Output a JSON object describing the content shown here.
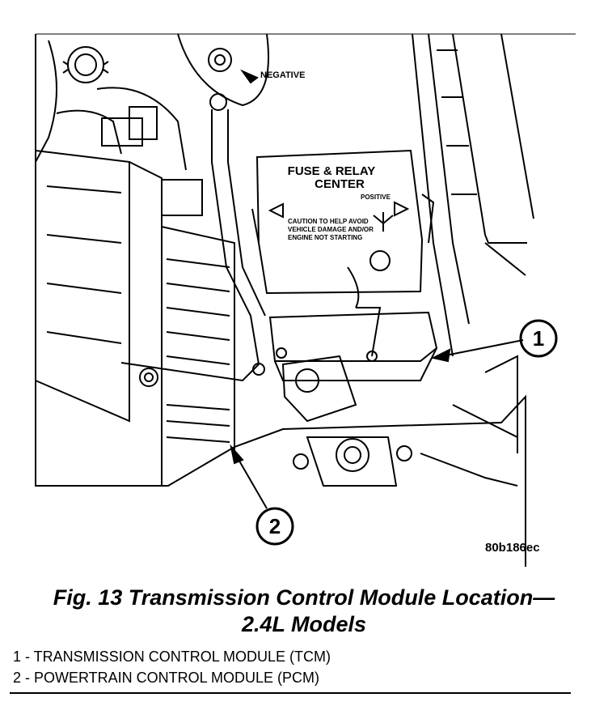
{
  "diagram": {
    "negative_label": "NEGATIVE",
    "fuse_box": {
      "title_line1": "FUSE & RELAY",
      "title_line2": "CENTER",
      "positive_label": "POSITIVE",
      "caution_line1": "CAUTION TO HELP AVOID",
      "caution_line2": "VEHICLE DAMAGE AND/OR",
      "caution_line3": "ENGINE NOT STARTING"
    },
    "callouts": [
      {
        "number": "1"
      },
      {
        "number": "2"
      }
    ],
    "figure_code": "80b186ec"
  },
  "caption": {
    "line1": "Fig. 13 Transmission Control Module Location—",
    "line2": "2.4L Models"
  },
  "legend": [
    {
      "text": "1 - TRANSMISSION CONTROL MODULE (TCM)"
    },
    {
      "text": "2 - POWERTRAIN CONTROL MODULE (PCM)"
    }
  ]
}
